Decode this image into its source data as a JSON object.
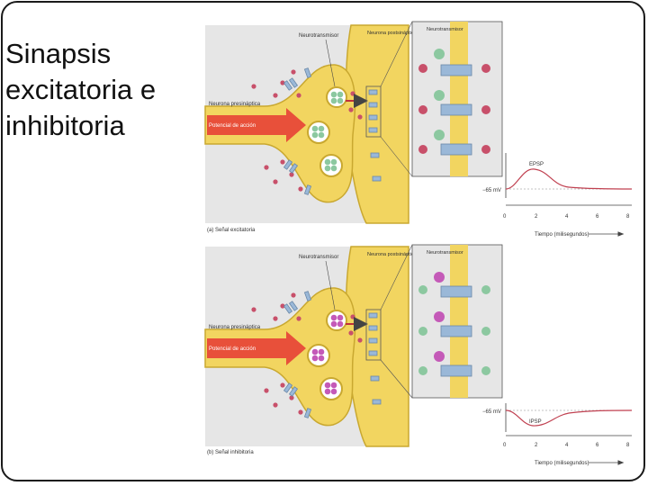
{
  "slide": {
    "title": "Sinapsis excitatoria e inhibitoria"
  },
  "figure": {
    "panel_a": {
      "neurotransmitter_label": "Neurotransmisor",
      "postsynaptic_label": "Neurona postsináptica",
      "presynaptic_label": "Neurona presináptica",
      "action_potential_label": "Potencial de acción",
      "receptor_label": "Neurotransmisor",
      "caption": "(a) Señal excitatoria",
      "graph": {
        "peak_label": "EPSP",
        "baseline_label": "−65 mV",
        "x_ticks": [
          "0",
          "2",
          "4",
          "6",
          "8"
        ],
        "x_axis_label": "Tiempo (milisegundos)"
      }
    },
    "panel_b": {
      "neurotransmitter_label": "Neurotransmisor",
      "postsynaptic_label": "Neurona postsináptica",
      "presynaptic_label": "Neurona presináptica",
      "action_potential_label": "Potencial de acción",
      "receptor_label": "Neurotransmisor",
      "caption": "(b) Señal inhibitoria",
      "graph": {
        "peak_label": "IPSP",
        "baseline_label": "−65 mV",
        "x_ticks": [
          "0",
          "2",
          "4",
          "6",
          "8"
        ],
        "x_axis_label": "Tiempo (milisegundos)"
      }
    },
    "colors": {
      "panel_background": "#e6e6e6",
      "membrane": "#f2d560",
      "arrow": "#e8503a",
      "excitatory_vesicle": "#8cc8a0",
      "inhibitory_vesicle": "#c45ab8",
      "transmitter_dot": "#c8506a",
      "receptor": "#9ab8d8",
      "trace": "#c04050"
    }
  }
}
